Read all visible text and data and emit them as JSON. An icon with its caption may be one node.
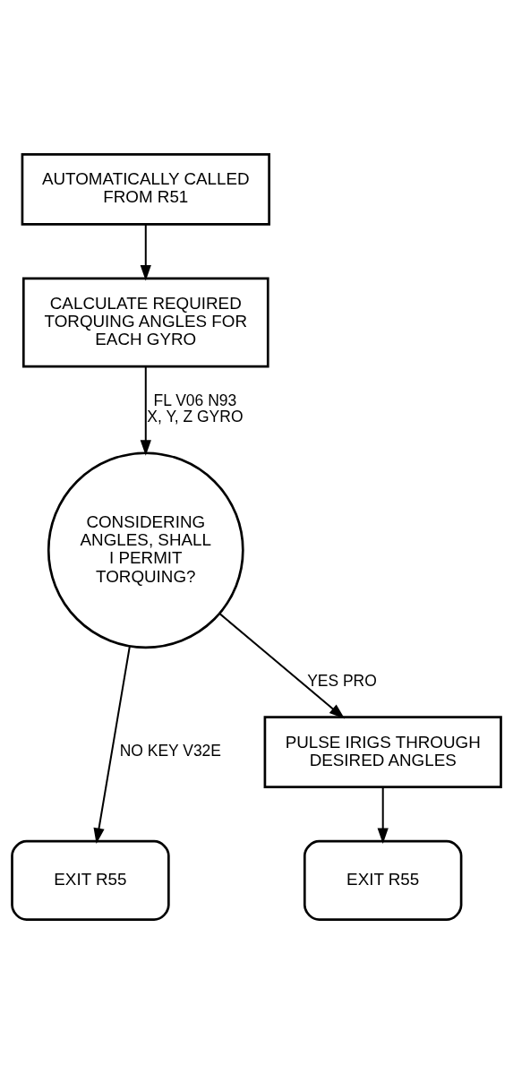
{
  "diagram": {
    "nodes": [
      {
        "text": [
          "AUTOMATICALLY CALLED FROM R51"
        ]
      },
      {
        "text": [
          "CALCULATE REQUIRED TORQUING ANGLES FOR EACH GYRO"
        ]
      },
      {
        "text": [
          "CONSIDERING ANGLES, SHALL I PERMIT TORQUING?"
        ]
      },
      {
        "text": [
          "PULSE IRIGS THROUGH DESIRED ANGLES"
        ]
      },
      {
        "text": [
          "EXIT R55"
        ]
      },
      {
        "text": [
          "EXIT R55"
        ]
      }
    ],
    "edges": [
      {
        "from": 0,
        "to": 1,
        "arrow": "to"
      },
      {
        "from": 1,
        "to": 2,
        "arrow": "to",
        "label": "FL V06 N93 X, Y, Z GYRO"
      },
      {
        "from": 2,
        "to": 4,
        "arrow": "to",
        "label": "NO KEY V32E"
      },
      {
        "from": 2,
        "to": 3,
        "arrow": "to",
        "label": "YES PRO"
      },
      {
        "from": 3,
        "to": 5,
        "arrow": "to"
      }
    ]
  }
}
